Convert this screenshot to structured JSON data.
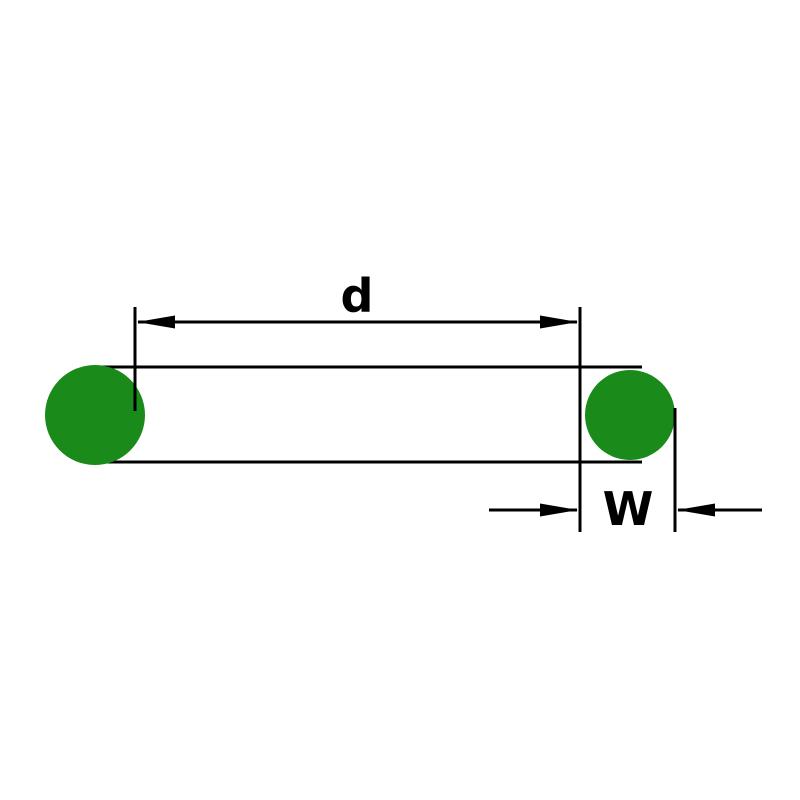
{
  "diagram": {
    "type": "o-ring cross-section dimension drawing",
    "labels": {
      "inner_diameter": "d",
      "cross_section": "W"
    },
    "colors": {
      "ring_fill": "#1a8a1a",
      "line": "#000000",
      "background": "#ffffff"
    }
  }
}
